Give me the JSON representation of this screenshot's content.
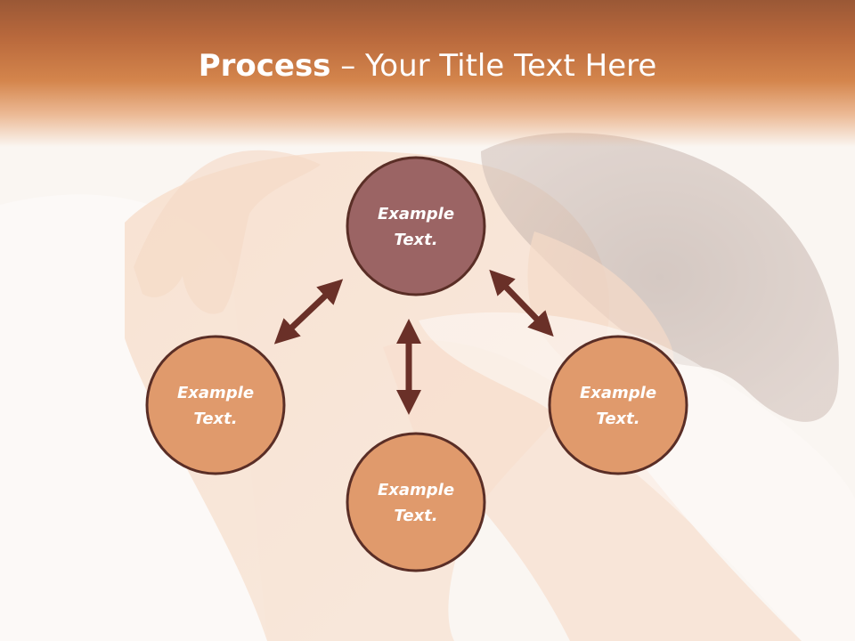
{
  "title": {
    "bold": "Process",
    "rest": " – Your Title Text Here"
  },
  "nodes": [
    {
      "line1": "Example",
      "line2": "Text.",
      "color": "#9b6464"
    },
    {
      "line1": "Example",
      "line2": "Text.",
      "color": "#e09a6c"
    },
    {
      "line1": "Example",
      "line2": "Text.",
      "color": "#e09a6c"
    },
    {
      "line1": "Example",
      "line2": "Text.",
      "color": "#e09a6c"
    }
  ],
  "colors": {
    "title_band": "#c87848",
    "node_stroke": "#5a2e26",
    "arrow": "#6a3028",
    "text": "#ffffff"
  }
}
